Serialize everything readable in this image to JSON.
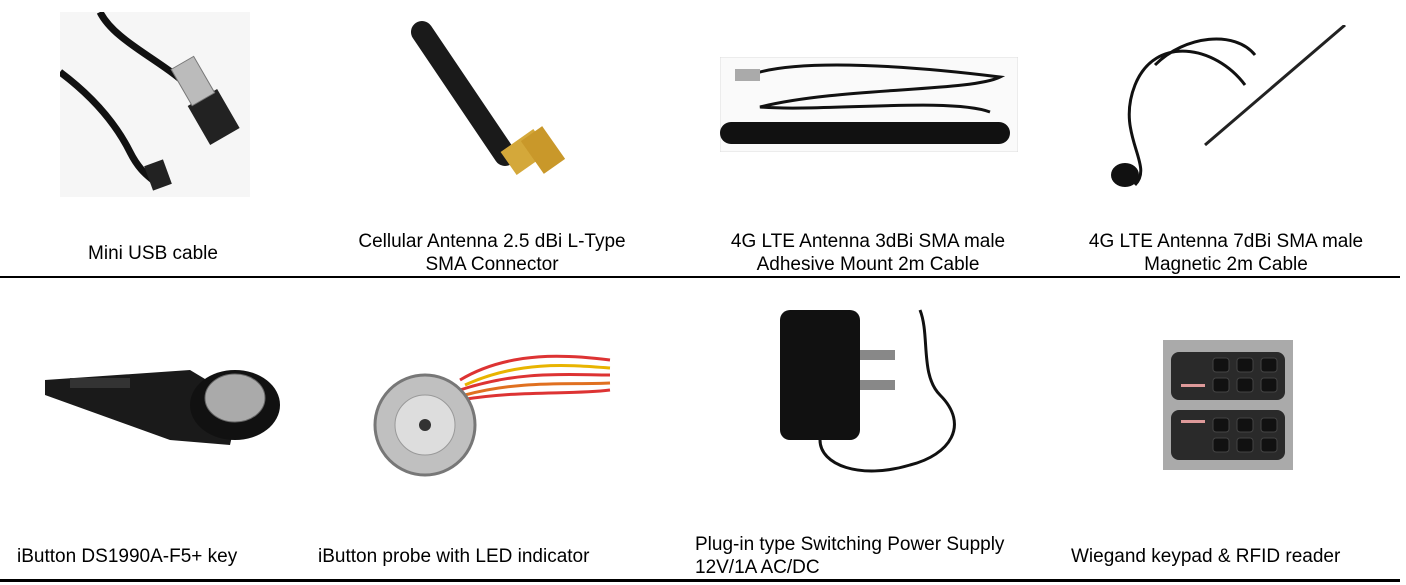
{
  "products": [
    {
      "caption": [
        "Mini USB cable"
      ]
    },
    {
      "caption": [
        "Cellular Antenna 2.5 dBi L-Type",
        "SMA Connector"
      ]
    },
    {
      "caption": [
        "4G LTE Antenna 3dBi SMA male",
        "Adhesive Mount 2m Cable"
      ]
    },
    {
      "caption": [
        "4G LTE Antenna 7dBi SMA male",
        "Magnetic 2m Cable"
      ]
    },
    {
      "caption": [
        "iButton DS1990A-F5+ key"
      ]
    },
    {
      "caption": [
        "iButton probe with LED indicator"
      ]
    },
    {
      "caption": [
        "Plug-in type Switching Power Supply",
        "12V/1A AC/DC"
      ]
    },
    {
      "caption": [
        "Wiegand keypad & RFID reader"
      ]
    }
  ]
}
